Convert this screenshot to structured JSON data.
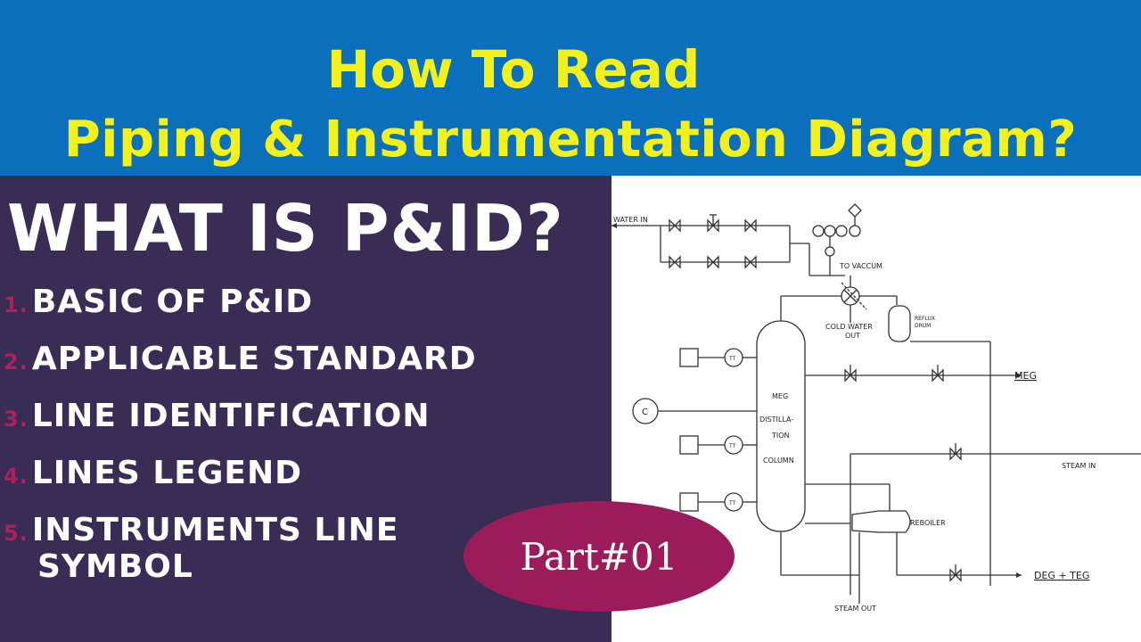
{
  "banner": {
    "title_line1": "How To Read",
    "title_line2": "Piping & Instrumentation Diagram?",
    "background_color": "#0a6fbd",
    "title_color": "#f4f11a"
  },
  "left_panel": {
    "headline": "WHAT IS P&ID?",
    "background_color": "#3a2d55",
    "number_color": "#b0205e",
    "topics": [
      {
        "number": "1.",
        "label": "BASIC OF P&ID"
      },
      {
        "number": "2.",
        "label": "APPLICABLE STANDARD"
      },
      {
        "number": "3.",
        "label": "LINE IDENTIFICATION"
      },
      {
        "number": "4.",
        "label": "LINES LEGEND"
      },
      {
        "number": "5.",
        "label": "INSTRUMENTS LINE",
        "label_cont": "SYMBOL"
      }
    ]
  },
  "badge": {
    "label": "Part#01",
    "color": "#9c1b5a"
  },
  "diagram": {
    "labels": {
      "water_in": "WATER IN",
      "to_vaccum": "TO VACCUM",
      "cold_water_out_1": "COLD WATER",
      "cold_water_out_2": "OUT",
      "reflux_drum_1": "REFLUX",
      "reflux_drum_2": "DRUM",
      "meg_out": "MEG",
      "column_1": "MEG",
      "column_2": "DISTILLA-",
      "column_3": "TION",
      "column_4": "COLUMN",
      "steam_in": "STEAM IN",
      "reboiler": "REBOILER",
      "deg_teg": "DEG + TEG",
      "steam_out": "STEAM OUT",
      "controller": "C",
      "tt": "TT"
    }
  }
}
